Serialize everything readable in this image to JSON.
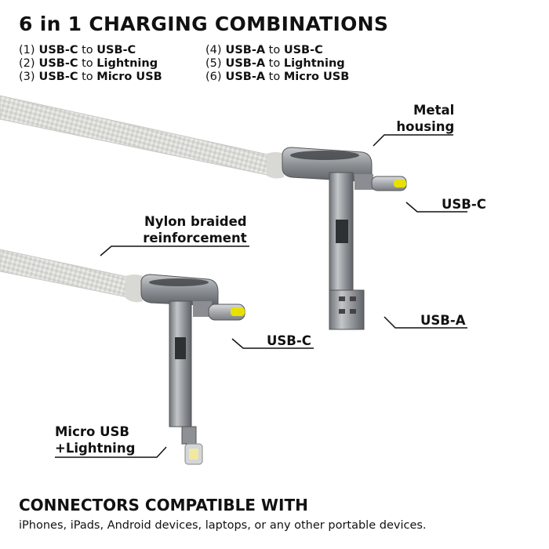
{
  "header": {
    "title": "6 in 1 CHARGING COMBINATIONS"
  },
  "combinations": {
    "left": [
      {
        "num": "(1)",
        "from": "USB-C",
        "joiner": "to",
        "to": "USB-C"
      },
      {
        "num": "(2)",
        "from": "USB-C",
        "joiner": "to",
        "to": "Lightning"
      },
      {
        "num": "(3)",
        "from": "USB-C",
        "joiner": "to",
        "to": "Micro USB"
      }
    ],
    "right": [
      {
        "num": "(4)",
        "from": "USB-A",
        "joiner": "to",
        "to": "USB-C"
      },
      {
        "num": "(5)",
        "from": "USB-A",
        "joiner": "to",
        "to": "Lightning"
      },
      {
        "num": "(6)",
        "from": "USB-A",
        "joiner": "to",
        "to": "Micro USB"
      }
    ]
  },
  "callouts": {
    "metal_housing": [
      "Metal",
      "housing"
    ],
    "usb_c_top": "USB-C",
    "nylon": [
      "Nylon braided",
      "reinforcement"
    ],
    "usb_a": "USB-A",
    "usb_c_bottom": "USB-C",
    "micro_lightning": [
      "Micro USB",
      "+Lightning"
    ]
  },
  "footer": {
    "title": "CONNECTORS COMPATIBLE WITH",
    "text": "iPhones, iPads, Android devices, laptops, or any other portable devices."
  },
  "colors": {
    "accent_tip": "#e8e000",
    "metal": "#8e9296",
    "cable": "#e6e6e2"
  }
}
